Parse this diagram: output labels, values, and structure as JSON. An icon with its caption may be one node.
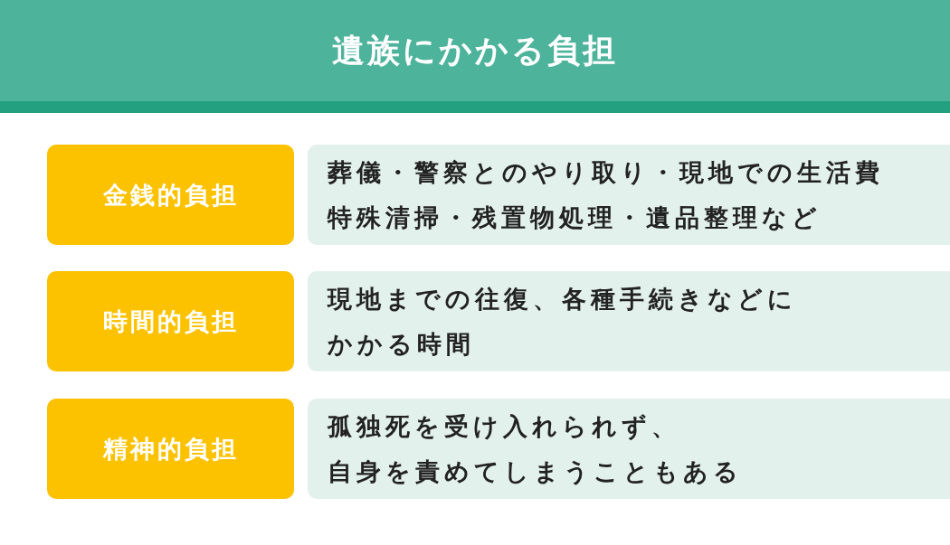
{
  "diagram": {
    "title": "遺族にかかる負担",
    "nodes": [
      {
        "text": [
          "金銭的負担"
        ]
      },
      {
        "text": [
          "葬儀・警察とのやり取り・現地での生活費",
          "特殊清掃・残置物処理・遺品整理など"
        ]
      },
      {
        "text": [
          "時間的負担"
        ]
      },
      {
        "text": [
          "現地までの往復、各種手続きなどに",
          "かかる時間"
        ]
      },
      {
        "text": [
          "精神的負担"
        ]
      },
      {
        "text": [
          "孤独死を受け入れられず、",
          "自身を責めてしまうこともある"
        ]
      }
    ]
  }
}
